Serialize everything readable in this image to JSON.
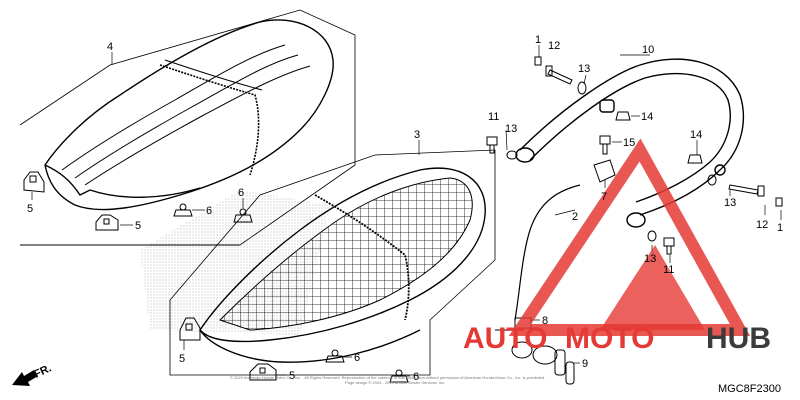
{
  "diagram": {
    "code": "MGC8F2300",
    "fr_label": "FR.",
    "copyright_line1": "© 2020 American Honda Motor Co., Inc. - All Rights Reserved. Reproduction of the contents of this publication without permission of American Honda Motor Co., Inc. is prohibited.",
    "copyright_line2": "Page design © 2004 - 2020 Arcane Dealer Services, Inc.",
    "watermark": {
      "part1": "AUTO",
      "part2": "MOTO",
      "part3": "HUB"
    },
    "colors": {
      "watermark_red": "#e53935",
      "watermark_dark": "#3b3b3b",
      "line": "#000000"
    },
    "callouts": {
      "c4": "4",
      "c5a": "5",
      "c5b": "5",
      "c6a": "6",
      "c6b": "6",
      "c3": "3",
      "c5c": "5",
      "c5d": "5",
      "c6c": "6",
      "c6d": "6",
      "c1a": "1",
      "c12a": "12",
      "c13a": "13",
      "c10": "10",
      "c11a": "11",
      "c13b": "13",
      "c14a": "14",
      "c15": "15",
      "c7": "7",
      "c14b": "14",
      "c2": "2",
      "c13c": "13",
      "c12b": "12",
      "c1b": "1",
      "c13d": "13",
      "c11b": "11",
      "c8": "8",
      "c9": "9"
    }
  }
}
